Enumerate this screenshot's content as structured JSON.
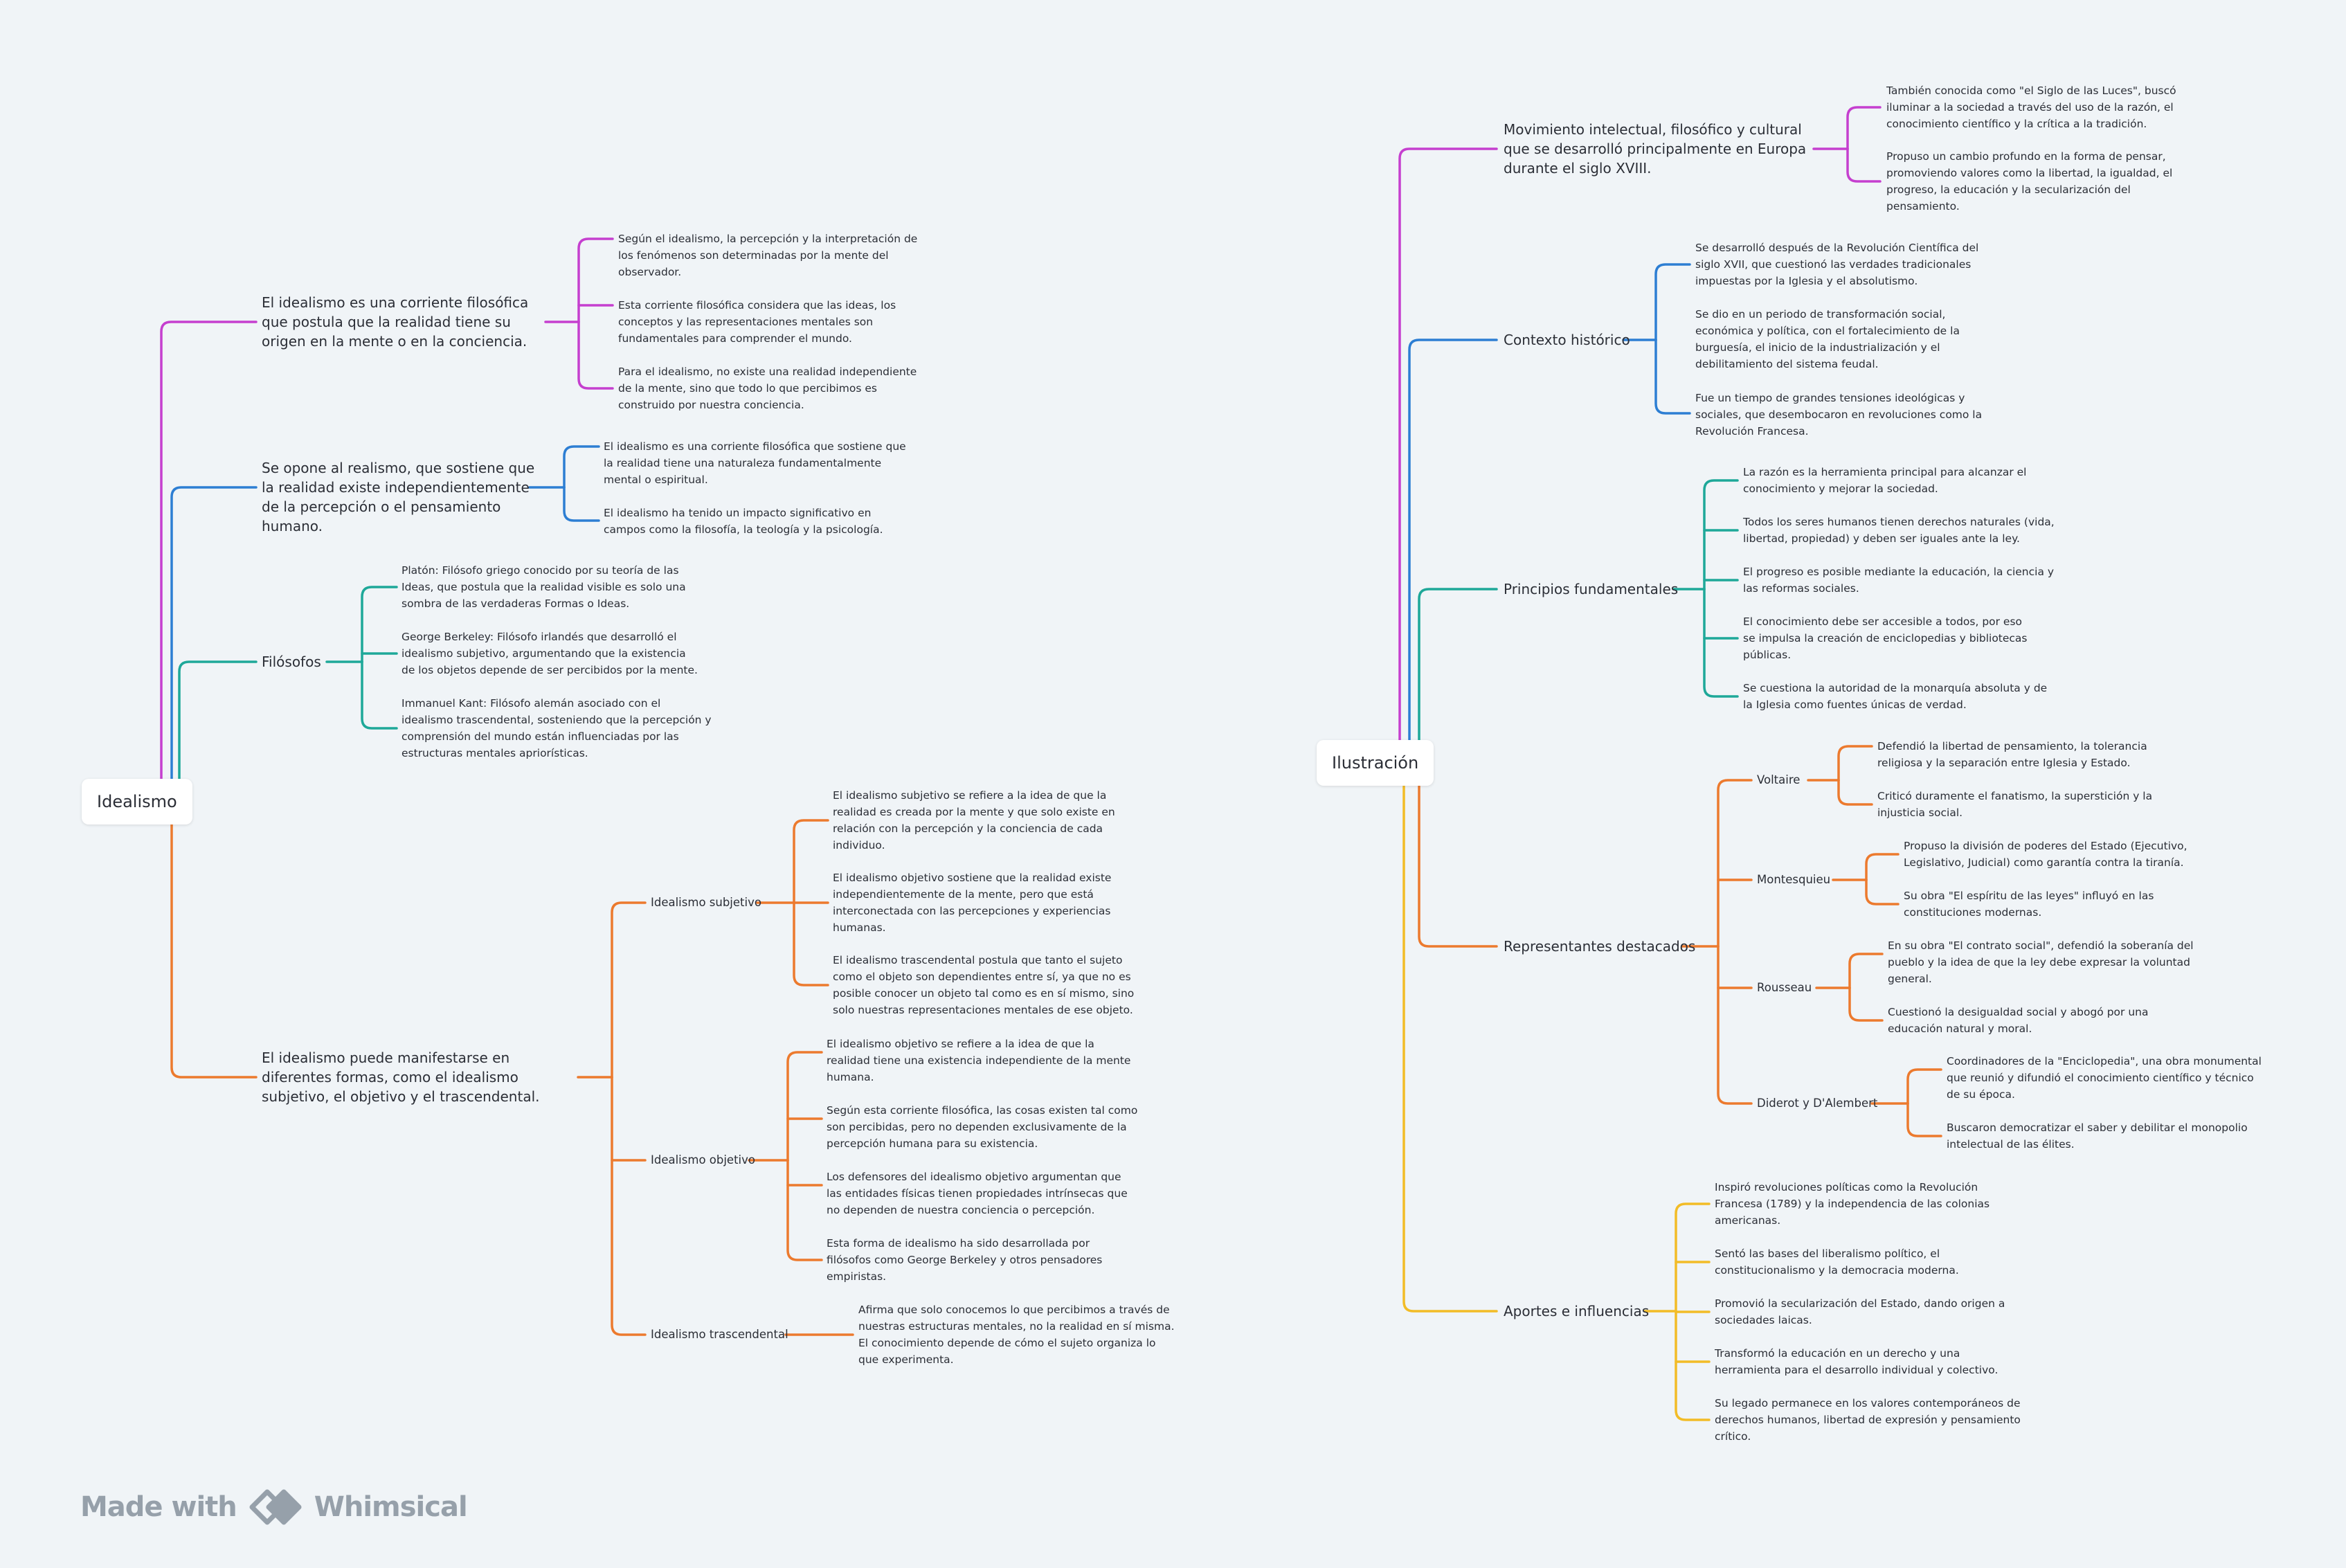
{
  "colors": {
    "magenta": "#c53fcf",
    "blue": "#2d7ed3",
    "teal": "#1ea899",
    "orange": "#ec7a2e",
    "yellow": "#f2bc27",
    "brand": "#96a0aa"
  },
  "branding": {
    "made_with": "Made with",
    "product": "Whimsical",
    "icon": "whimsical-logo-icon"
  },
  "maps": [
    {
      "id": "idealismo",
      "root": "Idealismo",
      "branches": [
        {
          "color": "magenta",
          "text": "El idealismo es una corriente filosófica que postula que la realidad tiene su origen en la mente o en la conciencia.",
          "children": [
            {
              "text": "Según el idealismo, la percepción y la interpretación de los fenómenos son determinadas por la mente del observador."
            },
            {
              "text": "Esta corriente filosófica considera que las ideas, los conceptos y las representaciones mentales son fundamentales para comprender el mundo."
            },
            {
              "text": "Para el idealismo, no existe una realidad independiente de la mente, sino que todo lo que percibimos es construido por nuestra conciencia."
            }
          ]
        },
        {
          "color": "blue",
          "text": "Se opone al realismo, que sostiene que la realidad existe independientemente de la percepción o el pensamiento humano.",
          "children": [
            {
              "text": "El idealismo es una corriente filosófica que sostiene que la realidad tiene una naturaleza fundamentalmente mental o espiritual."
            },
            {
              "text": "El idealismo ha tenido un impacto significativo en campos como la filosofía, la teología y la psicología."
            }
          ]
        },
        {
          "color": "teal",
          "text": "Filósofos",
          "children": [
            {
              "text": "Platón: Filósofo griego conocido por su teoría de las Ideas, que postula que la realidad visible es solo una sombra de las verdaderas Formas o Ideas."
            },
            {
              "text": "George Berkeley: Filósofo irlandés que desarrolló el idealismo subjetivo, argumentando que la existencia de los objetos depende de ser percibidos por la mente."
            },
            {
              "text": "Immanuel Kant: Filósofo alemán asociado con el idealismo trascendental, sosteniendo que la percepción y comprensión del mundo están influenciadas por las estructuras mentales apriorísticas."
            }
          ]
        },
        {
          "color": "orange",
          "text": "El idealismo puede manifestarse en diferentes formas, como el idealismo subjetivo, el objetivo y el trascendental.",
          "children": [
            {
              "text": "Idealismo subjetivo",
              "children": [
                {
                  "text": "El idealismo subjetivo se refiere a la idea de que la realidad es creada por la mente y que solo existe en relación con la percepción y la conciencia de cada individuo."
                },
                {
                  "text": "El idealismo objetivo sostiene que la realidad existe independientemente de la mente, pero que está interconectada con las percepciones y experiencias humanas."
                },
                {
                  "text": "El idealismo trascendental postula que tanto el sujeto como el objeto son dependientes entre sí, ya que no es posible conocer un objeto tal como es en sí mismo, sino solo nuestras representaciones mentales de ese objeto."
                }
              ]
            },
            {
              "text": "Idealismo objetivo",
              "children": [
                {
                  "text": "El idealismo objetivo se refiere a la idea de que la realidad tiene una existencia independiente de la mente humana."
                },
                {
                  "text": "Según esta corriente filosófica, las cosas existen tal como son percibidas, pero no dependen exclusivamente de la percepción humana para su existencia."
                },
                {
                  "text": "Los defensores del idealismo objetivo argumentan que las entidades físicas tienen propiedades intrínsecas que no dependen de nuestra conciencia o percepción."
                },
                {
                  "text": "Esta forma de idealismo ha sido desarrollada por filósofos como George Berkeley y otros pensadores empiristas."
                }
              ]
            },
            {
              "text": "Idealismo trascendental",
              "children": [
                {
                  "text": "Afirma que solo conocemos lo que percibimos a través de nuestras estructuras mentales, no la realidad en sí misma. El conocimiento depende de cómo el sujeto organiza lo que experimenta."
                }
              ]
            }
          ]
        }
      ]
    },
    {
      "id": "ilustracion",
      "root": "Ilustración",
      "branches": [
        {
          "color": "magenta",
          "text": "Movimiento intelectual, filosófico y cultural que se desarrolló principalmente en Europa durante el siglo XVIII.",
          "children": [
            {
              "text": "También conocida como \"el Siglo de las Luces\", buscó iluminar a la sociedad a través del uso de la razón, el conocimiento científico y la crítica a la tradición."
            },
            {
              "text": "Propuso un cambio profundo en la forma de pensar, promoviendo valores como la libertad, la igualdad, el progreso, la educación y la secularización del pensamiento."
            }
          ]
        },
        {
          "color": "blue",
          "text": "Contexto histórico",
          "children": [
            {
              "text": "Se desarrolló después de la Revolución Científica del siglo XVII, que cuestionó las verdades tradicionales impuestas por la Iglesia y el absolutismo."
            },
            {
              "text": "Se dio en un periodo de transformación social, económica y política, con el fortalecimiento de la burguesía, el inicio de la industrialización y el debilitamiento del sistema feudal."
            },
            {
              "text": "Fue un tiempo de grandes tensiones ideológicas y sociales, que desembocaron en revoluciones como la Revolución Francesa."
            }
          ]
        },
        {
          "color": "teal",
          "text": "Principios fundamentales",
          "children": [
            {
              "text": "La razón es la herramienta principal para alcanzar el conocimiento y mejorar la sociedad."
            },
            {
              "text": "Todos los seres humanos tienen derechos naturales (vida, libertad, propiedad) y deben ser iguales ante la ley."
            },
            {
              "text": "El progreso es posible mediante la educación, la ciencia y las reformas sociales."
            },
            {
              "text": "El conocimiento debe ser accesible a todos, por eso se impulsa la creación de enciclopedias y bibliotecas públicas."
            },
            {
              "text": "Se cuestiona la autoridad de la monarquía absoluta y de la Iglesia como fuentes únicas de verdad."
            }
          ]
        },
        {
          "color": "orange",
          "text": "Representantes destacados",
          "children": [
            {
              "text": "Voltaire",
              "children": [
                {
                  "text": "Defendió la libertad de pensamiento, la tolerancia religiosa y la separación entre Iglesia y Estado."
                },
                {
                  "text": "Criticó duramente el fanatismo, la superstición y la injusticia social."
                }
              ]
            },
            {
              "text": "Montesquieu",
              "children": [
                {
                  "text": "Propuso la división de poderes del Estado (Ejecutivo, Legislativo, Judicial) como garantía contra la tiranía."
                },
                {
                  "text": "Su obra \"El espíritu de las leyes\" influyó en las constituciones modernas."
                }
              ]
            },
            {
              "text": "Rousseau",
              "children": [
                {
                  "text": "En su obra \"El contrato social\", defendió la soberanía del pueblo y la idea de que la ley debe expresar la voluntad general."
                },
                {
                  "text": "Cuestionó la desigualdad social y abogó por una educación natural y moral."
                }
              ]
            },
            {
              "text": "Diderot y D'Alembert",
              "children": [
                {
                  "text": "Coordinadores de la \"Enciclopedia\", una obra monumental que reunió y difundió el conocimiento científico y técnico de su época."
                },
                {
                  "text": "Buscaron democratizar el saber y debilitar el monopolio intelectual de las élites."
                }
              ]
            }
          ]
        },
        {
          "color": "yellow",
          "text": "Aportes e influencias",
          "children": [
            {
              "text": "Inspiró revoluciones políticas como la Revolución Francesa (1789) y la independencia de las colonias americanas."
            },
            {
              "text": "Sentó las bases del liberalismo político, el constitucionalismo y la democracia moderna."
            },
            {
              "text": "Promovió la secularización del Estado, dando origen a sociedades laicas."
            },
            {
              "text": "Transformó la educación en un derecho y una herramienta para el desarrollo individual y colectivo."
            },
            {
              "text": "Su legado permanece en los valores contemporáneos de derechos humanos, libertad de expresión y pensamiento crítico."
            }
          ]
        }
      ]
    }
  ]
}
